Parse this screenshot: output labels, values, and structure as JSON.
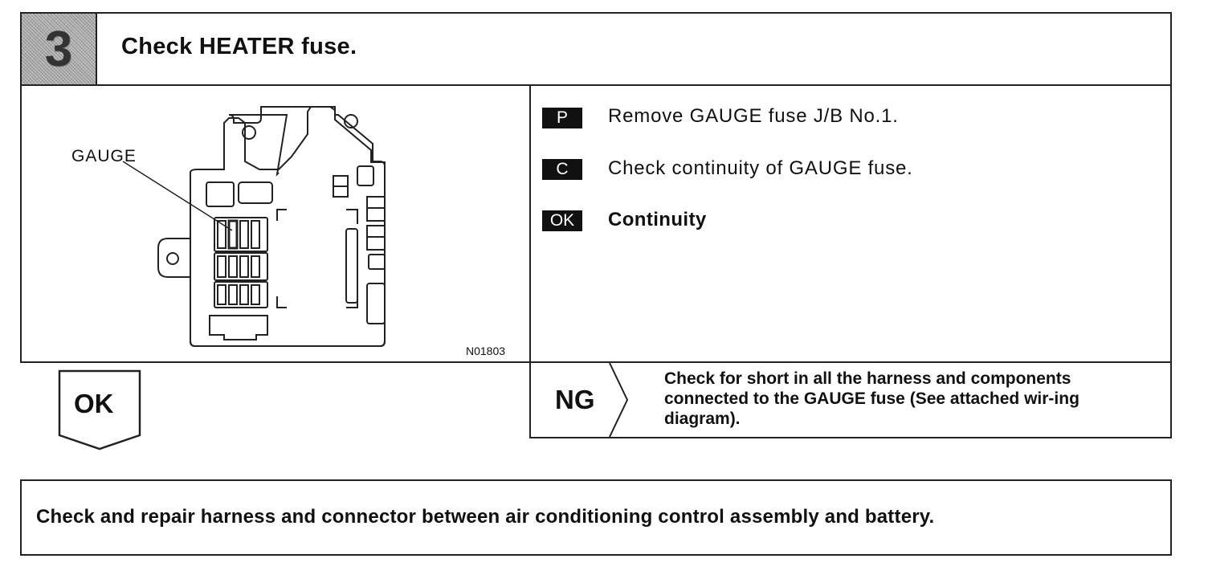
{
  "header": {
    "step_number": "3",
    "title": "Check HEATER fuse."
  },
  "figure": {
    "callout_label": "GAUGE",
    "figure_code": "N01803"
  },
  "instructions": [
    {
      "tag": "P",
      "text": "Remove GAUGE fuse J/B No.1."
    },
    {
      "tag": "C",
      "text": "Check continuity of GAUGE fuse."
    },
    {
      "tag": "OK",
      "text": "Continuity"
    }
  ],
  "ok_result": {
    "label": "OK"
  },
  "ng_result": {
    "label": "NG",
    "text": "Check for short in all the harness and components connected to the GAUGE fuse (See attached wir-ing diagram)."
  },
  "repair": {
    "text": "Check and repair harness and connector between air conditioning control assembly and battery."
  }
}
